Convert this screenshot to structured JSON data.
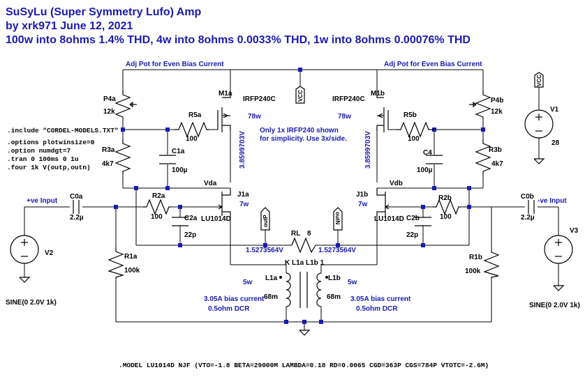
{
  "title": {
    "line1": "SuSyLu (Super Symmetry Lufo) Amp",
    "line2": "by xrk971  June 12, 2021",
    "line3": "100w into 8ohms 1.4% THD, 4w into 8ohms 0.0033% THD, 1w into 8ohms 0.00076% THD"
  },
  "directives": [
    ".include \"CORDEL-MODELS.TXT\"",
    ".options plotwinsize=0",
    ".option numdgt=7",
    ".tran 0 100ms 0 1u",
    ".four 1k V(outp,outn)"
  ],
  "notes": {
    "adj_left": "Adj Pot for Even Bias Current",
    "adj_right": "Adj Pot for Even Bias Current",
    "simplicity_1": "Only 1x IRFP240 shown",
    "simplicity_2": "for simplicity.  Use 3x/side.",
    "bias_left_1": "3.05A bias current",
    "bias_left_2": "0.5ohm DCR",
    "bias_right_1": "3.05A bias current",
    "bias_right_2": "0.5ohm DCR",
    "model": ".MODEL LU1014D NJF (VTO=-1.8 BETA=29000M LAMBDA=0.18 RD=0.0065 CGD=363P CGS=784P VTOTC=-2.6M)"
  },
  "components": {
    "P4a": {
      "name": "P4a",
      "value": "12k"
    },
    "R3a": {
      "name": "R3a",
      "value": "4k7"
    },
    "R5a": {
      "name": "R5a",
      "value": "100"
    },
    "C1a": {
      "name": "C1a",
      "value": "100µ"
    },
    "M1a": {
      "name": "M1a",
      "part": "IRFP240C",
      "power": "78w"
    },
    "J1a": {
      "name": "J1a",
      "part": "LU1014D",
      "power": "7w"
    },
    "R2a": {
      "name": "R2a",
      "value": "100"
    },
    "C2a": {
      "name": "C2a",
      "value": "22p"
    },
    "C0a": {
      "name": "C0a",
      "value": "2.2µ"
    },
    "R1a": {
      "name": "R1a",
      "value": "100k"
    },
    "V2": {
      "name": "V2",
      "value": "SINE(0 2.0V 1k)"
    },
    "P4b": {
      "name": "P4b",
      "value": "12k"
    },
    "R3b": {
      "name": "R3b",
      "value": "4k7"
    },
    "R5b": {
      "name": "R5b",
      "value": "100"
    },
    "C4": {
      "name": "C4",
      "value": "100µ"
    },
    "M1b": {
      "name": "M1b",
      "part": "IRFP240C",
      "power": "78w"
    },
    "J1b": {
      "name": "J1b",
      "part": "LU1014D",
      "power": "7w"
    },
    "R2b": {
      "name": "R2b",
      "value": "100"
    },
    "C2b": {
      "name": "C2b",
      "value": "22p"
    },
    "C0b": {
      "name": "C0b",
      "value": "2.2µ"
    },
    "R1b": {
      "name": "R1b",
      "value": "100k"
    },
    "V3": {
      "name": "V3",
      "value": "SINE(0 2.0V 1k)"
    },
    "V1": {
      "name": "V1",
      "value": "28"
    },
    "RL": {
      "name": "RL",
      "value": "8"
    },
    "L1a": {
      "name": "L1a",
      "value": "68m",
      "power": "5w"
    },
    "L1b": {
      "name": "L1b",
      "value": "68m",
      "power": "5w"
    },
    "coupling": "K L1a L1b 1"
  },
  "nets": {
    "vcc": "VCC",
    "vda": "Vda",
    "vdb": "Vdb",
    "outp": "outP",
    "outn": "outN",
    "in_pos": "+ve Input",
    "in_neg": "-ve Input",
    "v_gate_a": "3.8599703V",
    "v_gate_b": "3.8599703V",
    "v_out_a": "1.5273564V",
    "v_out_b": "1.5273564V"
  }
}
